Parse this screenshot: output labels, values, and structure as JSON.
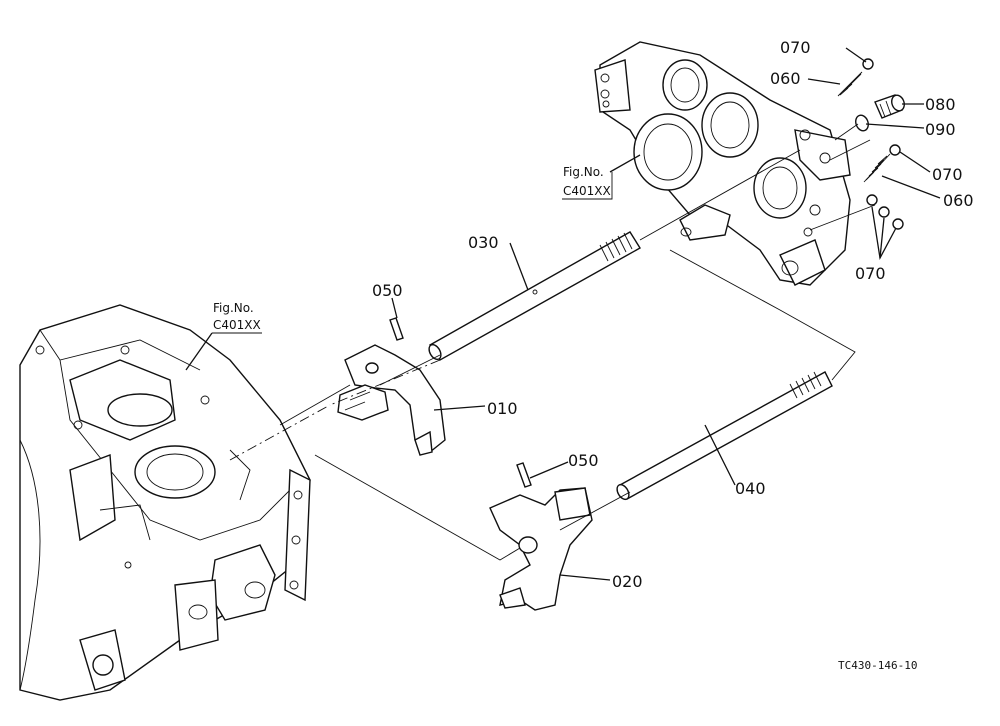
{
  "figure_code": "TC430-146-10",
  "references": [
    {
      "id": "ref-top",
      "line1": "Fig.No.",
      "line2": "C401XX"
    },
    {
      "id": "ref-left",
      "line1": "Fig.No.",
      "line2": "C401XX"
    }
  ],
  "parts": {
    "p010": "010",
    "p020": "020",
    "p030": "030",
    "p040": "040",
    "p050a": "050",
    "p050b": "050",
    "p060a": "060",
    "p060b": "060",
    "p070a": "070",
    "p070b": "070",
    "p070c": "070",
    "p080": "080",
    "p090": "090"
  }
}
